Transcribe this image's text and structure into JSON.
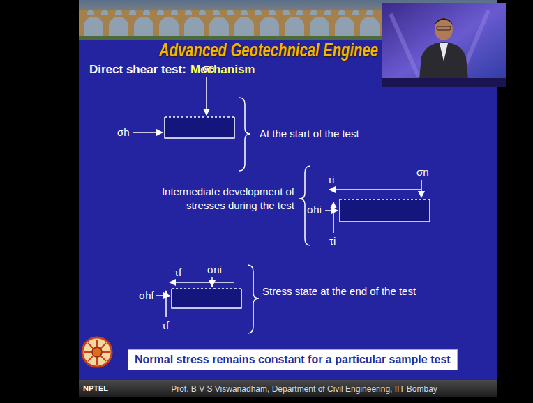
{
  "diagram": {
    "nodes": [
      {
        "text": [
          "Normal stress remains constant for a particular sample test"
        ]
      }
    ],
    "labels": [
      "Advanced Geotechnical Enginee",
      "Direct shear test:",
      "Mechanism",
      "σn",
      "σh",
      "At the start of the test",
      "σn",
      "τi",
      "σhi",
      "τi",
      "Intermediate development of stresses during the test",
      "τf",
      "σni",
      "σhf",
      "τf",
      "Stress state at the end of the test",
      "NPTEL",
      "Prof. B V S Viswanadham, Department of Civil Engineering, IIT Bombay"
    ]
  }
}
